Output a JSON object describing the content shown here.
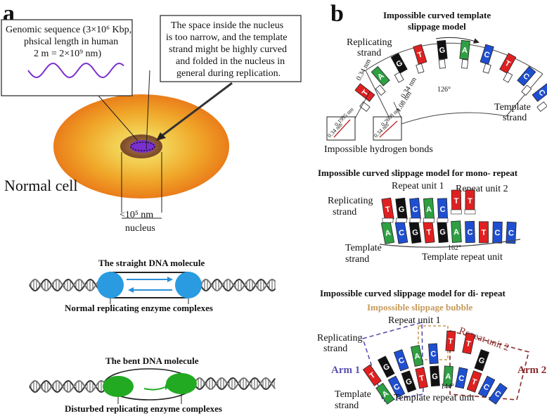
{
  "panel_a": {
    "letter": "a",
    "genomic_box": {
      "line1": "Genomic sequence (3×10⁶ Kbp,",
      "line2": "phsical length in human",
      "line3": "2 m = 2×10⁹ nm)"
    },
    "nucleus_box": {
      "line1": "The space inside the nucleus",
      "line2": "is too narrow, and the template",
      "line3": "strand might be highly curved",
      "line4": "and folded in the nucleus in",
      "line5": "general during replication."
    },
    "cell_label": "Normal cell",
    "nucleus_size": "<10⁵ nm",
    "nucleus_label": "nucleus",
    "straight_title": "The straight DNA molecule",
    "straight_caption": "Normal replicating enzyme complexes",
    "bent_title": "The bent DNA molecule",
    "bent_caption": "Disturbed replicating enzyme complexes"
  },
  "panel_b": {
    "letter": "b",
    "top": {
      "title1": "Impossible curved template",
      "title2": "slippage model",
      "replicating1": "Replicating",
      "replicating2": "strand",
      "template1": "Template",
      "template2": "strand",
      "dim1": "0.34 nm",
      "dim2": "0.34 nm",
      "dim3": "1.08 nm",
      "angle": "126°",
      "inset1": "0.1995 nm",
      "inset1b": "0.34 nm",
      "inset2": "0.2608 nm",
      "inset2b": "0.34 nm",
      "bonds_caption": "Impossible hydrogen bonds",
      "bases": [
        "T",
        "A",
        "G",
        "T",
        "G",
        "A",
        "C",
        "T",
        "C",
        "C"
      ]
    },
    "mono": {
      "title": "Impossible curved slippage model for mono- repeat",
      "repeat1": "Repeat unit 1",
      "repeat2": "Repeat unit 2",
      "replicating1": "Replicating",
      "replicating2": "strand",
      "template1": "Template",
      "template2": "strand",
      "angle": "162°",
      "template_repeat": "Template repeat unit",
      "top_bases": [
        "T",
        "G",
        "C",
        "A",
        "C",
        "T",
        "T"
      ],
      "bottom_bases": [
        "A",
        "C",
        "G",
        "T",
        "G",
        "A",
        "C",
        "T",
        "C",
        "C"
      ]
    },
    "di": {
      "title": "Impossible curved slippage model for di- repeat",
      "bubble": "Impossible slippage bubble",
      "repeat1": "Repeat unit 1",
      "repeat2": "Repeat unit 2",
      "replicating1": "Replicating",
      "replicating2": "strand",
      "template1": "Template",
      "template2": "strand",
      "arm1": "Arm 1",
      "arm2": "Arm 2",
      "angle": "144°",
      "template_repeat": "Template repeat unit",
      "top_bases": [
        "T",
        "G",
        "C",
        "A",
        "C",
        "T",
        "T",
        "G"
      ],
      "bottom_bases": [
        "A",
        "C",
        "G",
        "T",
        "G",
        "A",
        "C",
        "T",
        "C",
        "C"
      ]
    }
  },
  "colors": {
    "A": "#2ea043",
    "T": "#e02020",
    "G": "#111111",
    "C": "#1f4fd1",
    "arm1": "#5a4fb0",
    "arm2": "#8a2a2a",
    "bubble": "#c79a5a",
    "enzyme_blue": "#2a9be0",
    "enzyme_green": "#22aa22",
    "arrow_blue": "#2a8fd8"
  }
}
